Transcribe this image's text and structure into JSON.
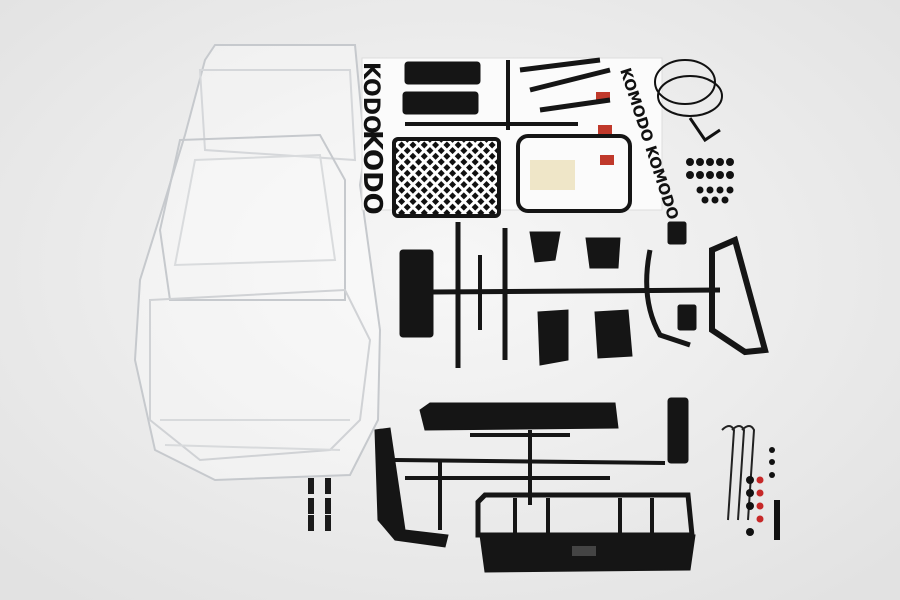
{
  "photo": {
    "subject": "rc-truck-body-and-accessory-kit",
    "background_color": "#efefef",
    "part_color": "#151515",
    "clear_body_edge_color": "#c9ccd0"
  },
  "decal": {
    "brand_text": "KOMODO KOMODO",
    "side_text": "KODO"
  }
}
